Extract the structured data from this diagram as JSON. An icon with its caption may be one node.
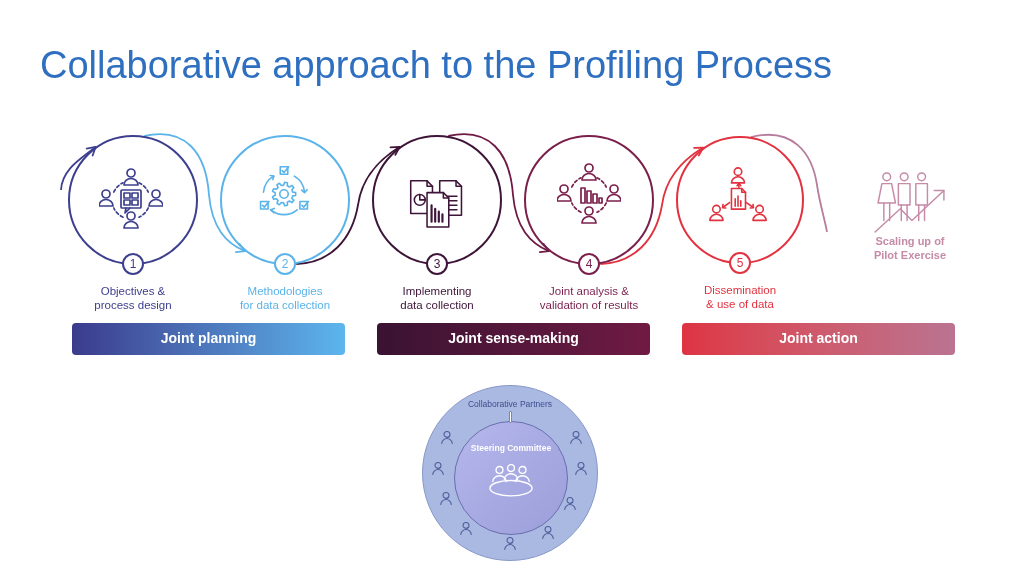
{
  "diagram": {
    "title": "Collaborative approach to the Profiling Process",
    "nodes": [
      {
        "text": [
          "1",
          "Objectives & process design"
        ]
      },
      {
        "text": [
          "2",
          "Methodologies for data collection"
        ]
      },
      {
        "text": [
          "3",
          "Implementing data collection"
        ]
      },
      {
        "text": [
          "4",
          "Joint analysis & validation of results"
        ]
      },
      {
        "text": [
          "5",
          "Dissemination & use of data"
        ]
      },
      {
        "text": [
          "Scaling up of Pilot Exercise"
        ]
      },
      {
        "text": [
          "Joint planning"
        ]
      },
      {
        "text": [
          "Joint sense-making"
        ]
      },
      {
        "text": [
          "Joint action"
        ]
      },
      {
        "text": [
          "Collaborative Partners"
        ]
      },
      {
        "text": [
          "Steering Committee"
        ],
        "in": 9
      }
    ],
    "edges": [
      {
        "from": null,
        "to": 0,
        "arrow": "to",
        "color": "#3d3f8f"
      },
      {
        "from": 0,
        "to": 1,
        "arrow": "to",
        "color": "#5ab3e9"
      },
      {
        "from": 1,
        "to": 2,
        "arrow": "to",
        "color": "#3e1538"
      },
      {
        "from": 2,
        "to": 3,
        "arrow": "to",
        "color": "#6e1a45"
      },
      {
        "from": 3,
        "to": 4,
        "arrow": "to",
        "color": "#e2323f"
      },
      {
        "from": 4,
        "to": null,
        "arrow": "none",
        "color": "#b77d9c"
      }
    ]
  }
}
